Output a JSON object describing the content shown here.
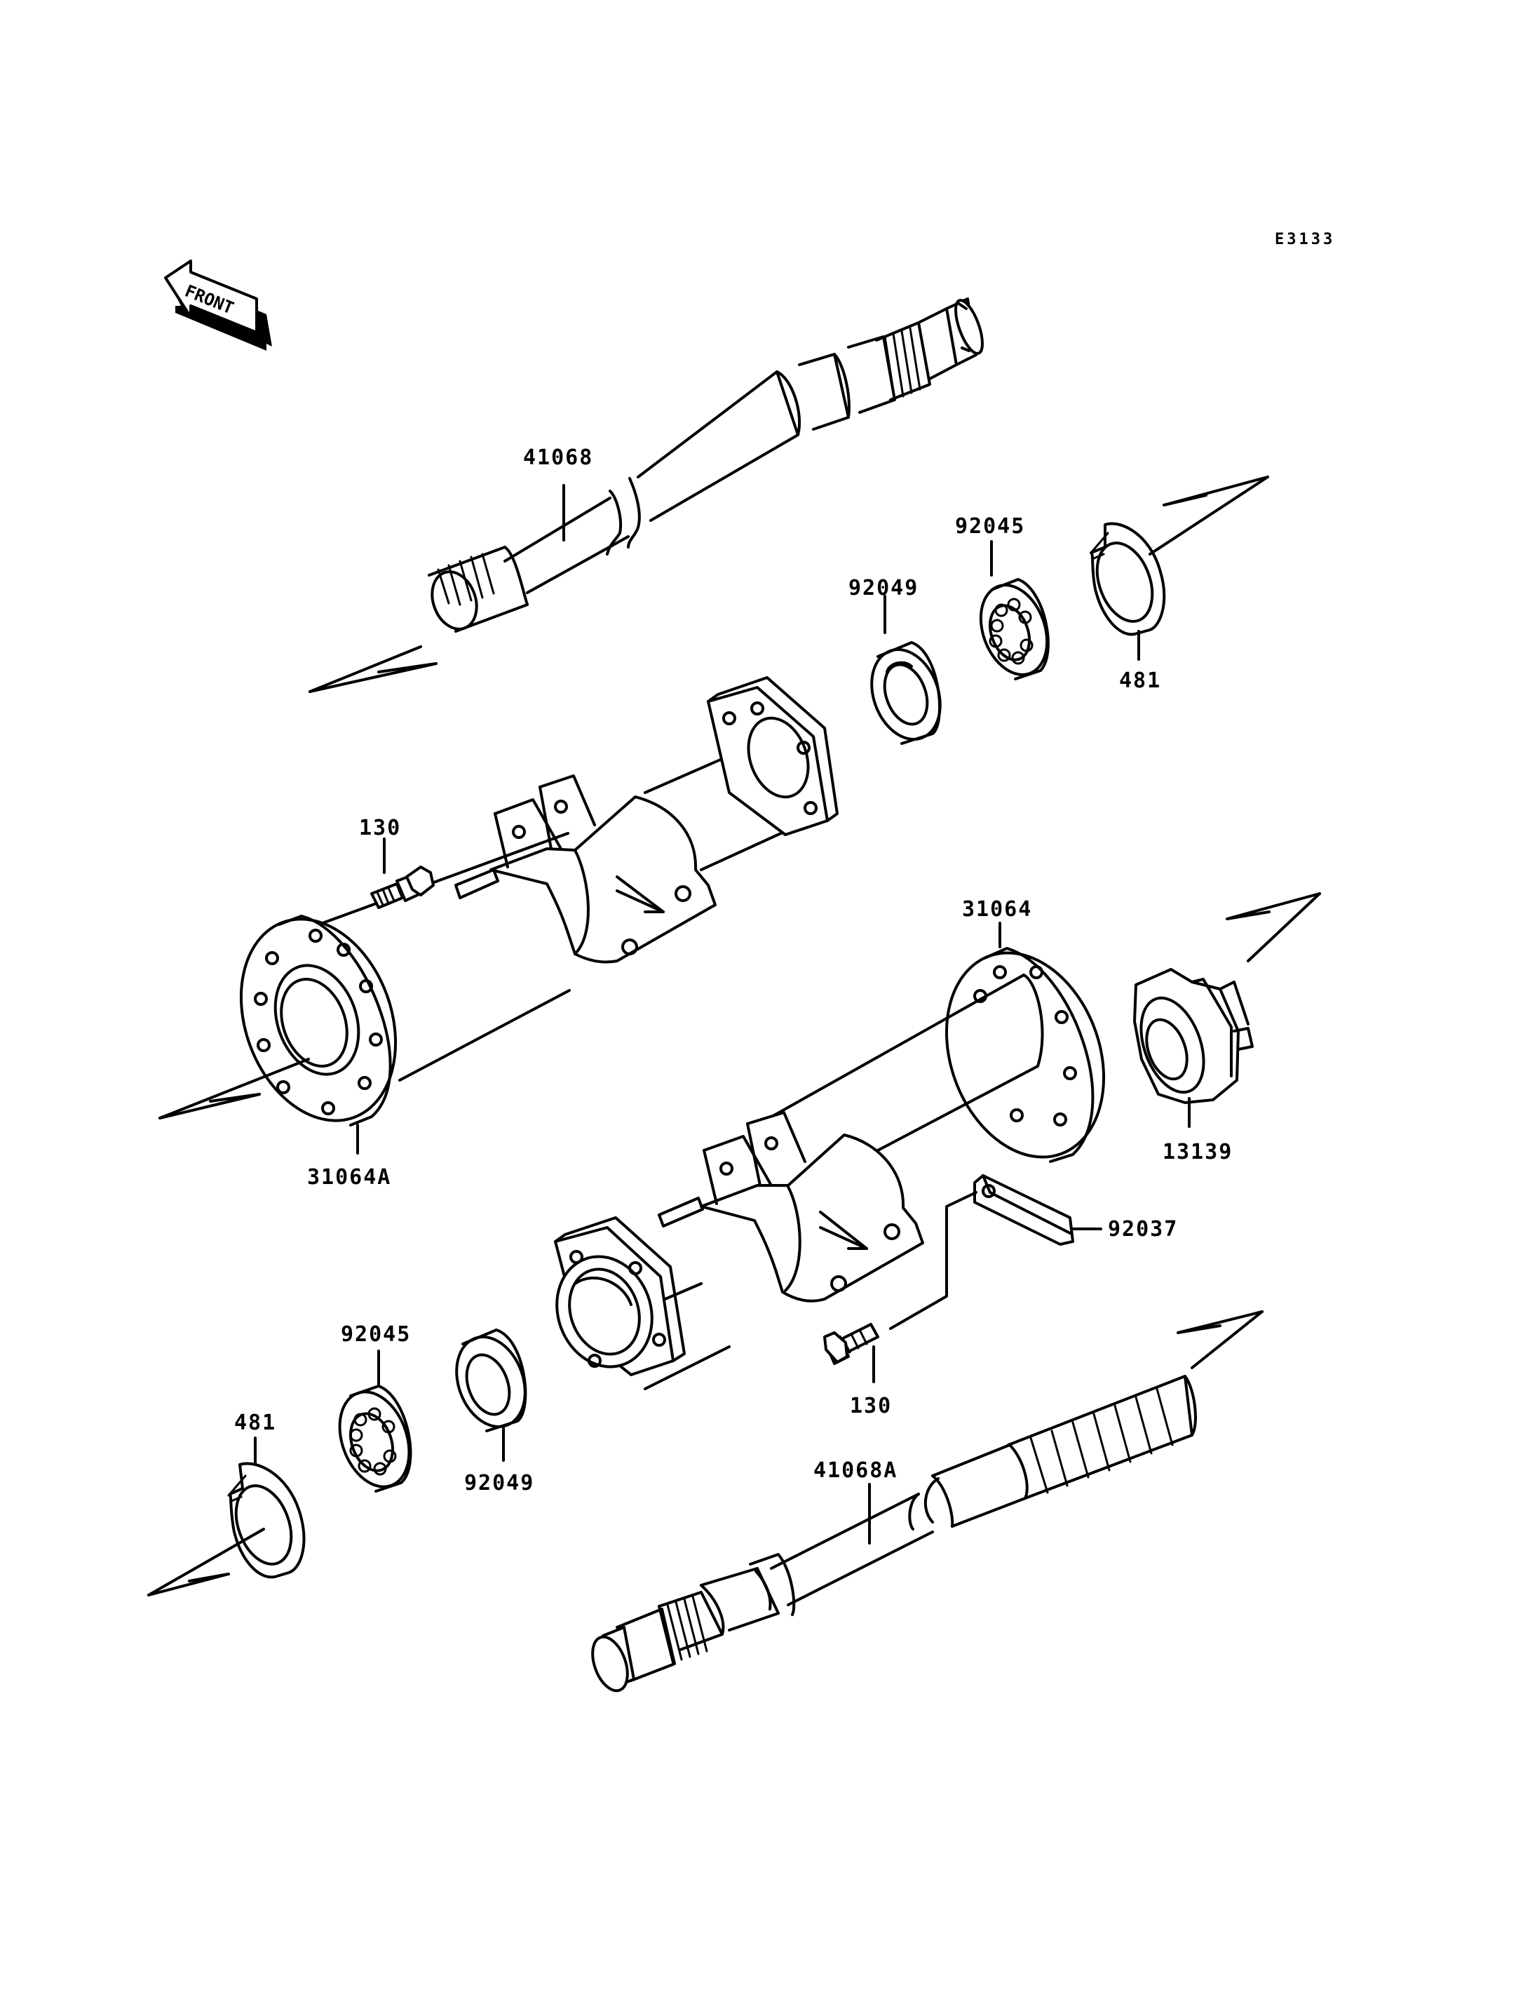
{
  "diagram_code": "E3133",
  "front_marker": "FRONT",
  "labels": {
    "shaft_upper": "41068",
    "seal_upper": "92049",
    "bearing_upper": "92045",
    "circlip_upper": "481",
    "bolt_upper": "130",
    "housing_left": "31064A",
    "housing_right": "31064",
    "hub_right": "13139",
    "plate": "92037",
    "bearing_lower": "92045",
    "circlip_lower": "481",
    "seal_lower": "92049",
    "bolt_lower": "130",
    "shaft_lower": "41068A"
  }
}
